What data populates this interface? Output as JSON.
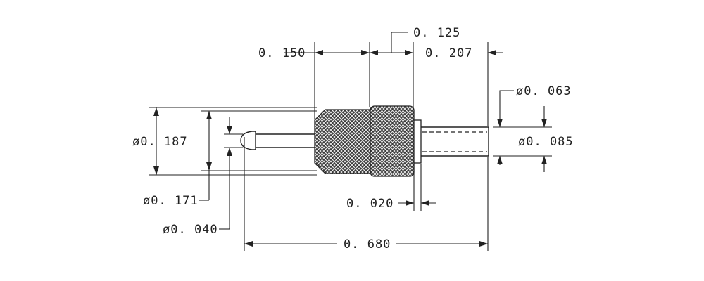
{
  "drawing": {
    "dimensions": {
      "d_0150": "0. 150",
      "d_0125": "0. 125",
      "d_0207": "0. 207",
      "d_dia0063": "ø0. 063",
      "d_dia0187": "ø0. 187",
      "d_dia0085": "ø0. 085",
      "d_dia0171": "ø0. 171",
      "d_0020": "0. 020",
      "d_dia0040": "ø0. 040",
      "d_0680": "0. 680"
    }
  }
}
